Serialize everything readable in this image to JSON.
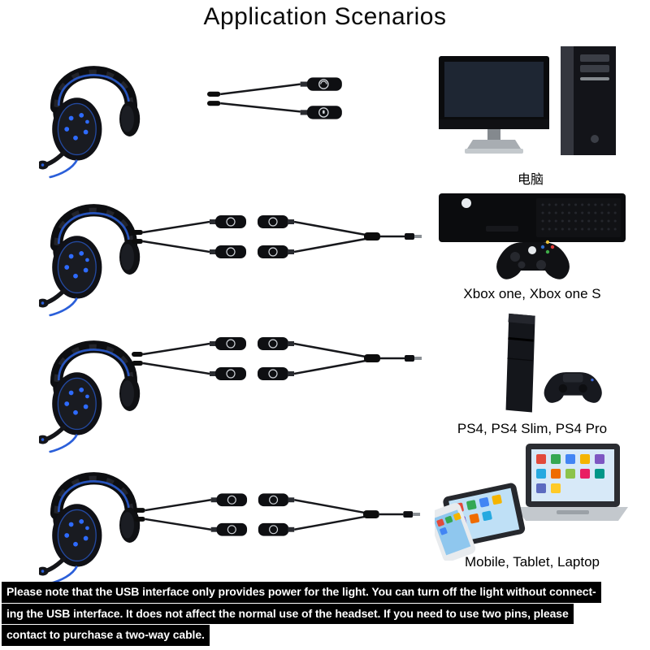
{
  "title": "Application Scenarios",
  "rows": [
    {
      "device_label": "电脑",
      "headset_icon": "gaming-headset-icon",
      "cable_icon": "y-splitter-cable-icon",
      "device_icon": "desktop-computer-icon"
    },
    {
      "device_label": "Xbox one, Xbox one S",
      "headset_icon": "gaming-headset-icon",
      "cable_icon": "dual-plug-adapter-cable-icon",
      "device_icon": "xbox-console-icon"
    },
    {
      "device_label": "PS4, PS4 Slim, PS4 Pro",
      "headset_icon": "gaming-headset-icon",
      "cable_icon": "dual-plug-adapter-cable-icon",
      "device_icon": "ps4-console-icon"
    },
    {
      "device_label": "Mobile, Tablet, Laptop",
      "headset_icon": "gaming-headset-icon",
      "cable_icon": "dual-plug-adapter-cable-icon",
      "device_icon": "mobile-tablet-laptop-icon"
    }
  ],
  "note_lines": [
    "Please note that the USB interface only provides power for the light. You can turn off the light without connect-",
    "ing the USB interface. It does not affect the normal use of the headset. If you need to use two pins, please",
    "contact to purchase a two-way cable."
  ],
  "colors": {
    "background": "#ffffff",
    "text": "#000000",
    "accent_blue": "#2b5fd9",
    "note_background": "#000000",
    "note_text": "#ffffff"
  }
}
